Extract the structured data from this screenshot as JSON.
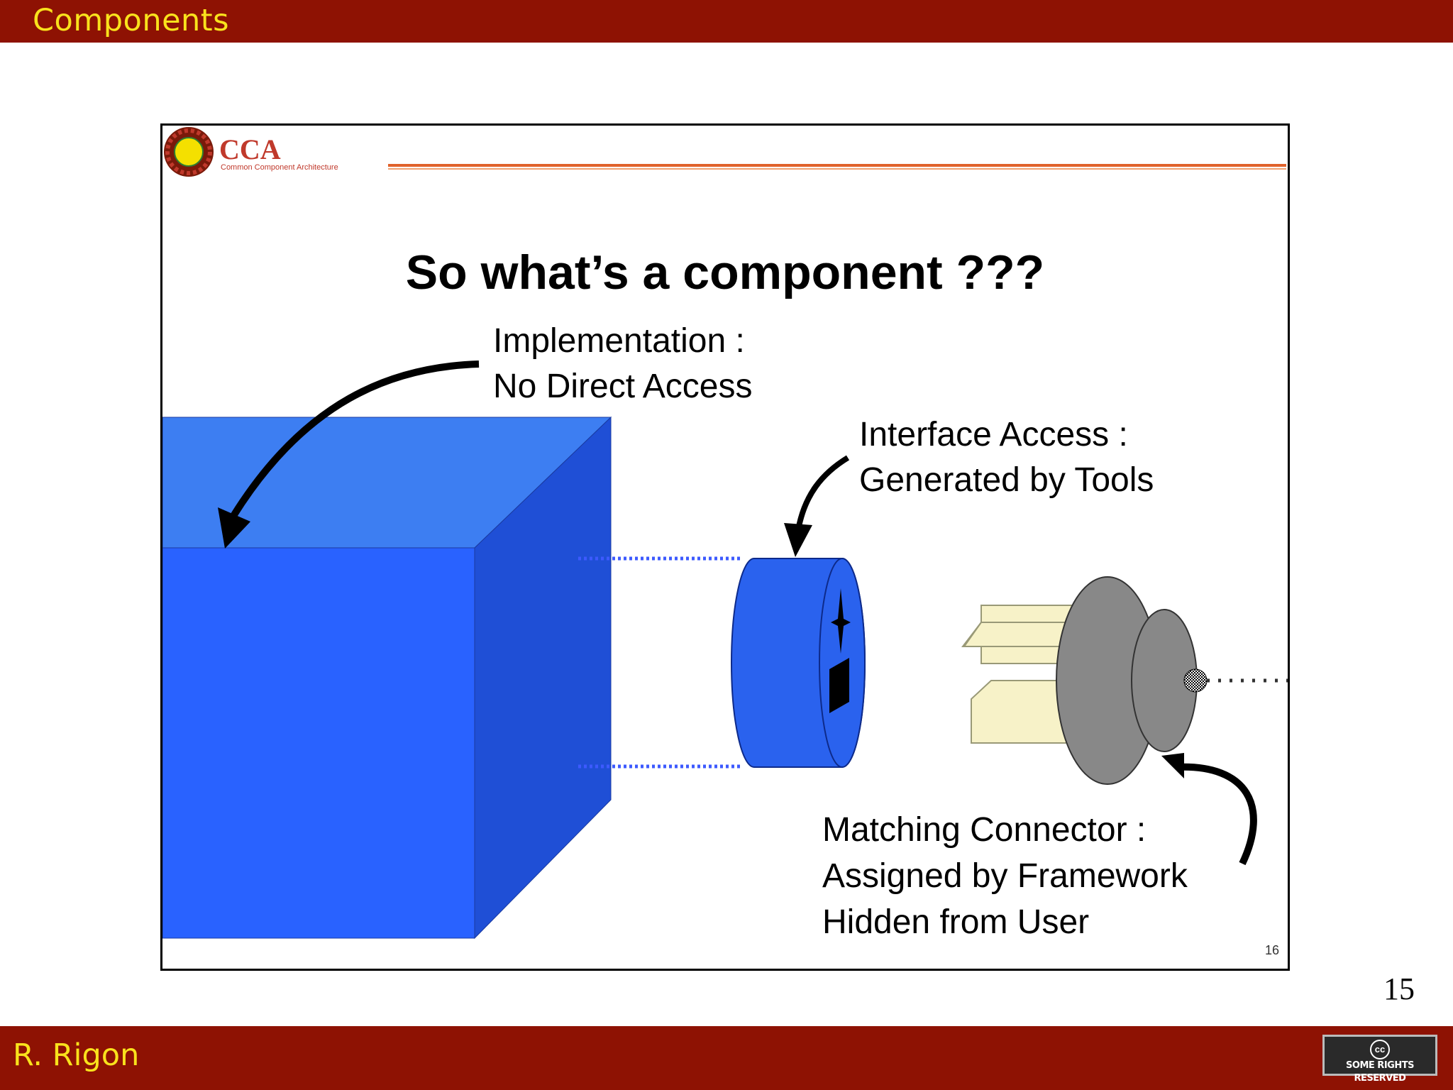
{
  "header": {
    "title": "Components"
  },
  "footer": {
    "author": "R. Rigon",
    "license_text": "SOME RIGHTS RESERVED",
    "license_icon_text": "cc",
    "license_icon": "creative-commons-icon"
  },
  "page_number": "15",
  "slide": {
    "logo_name": "CCA",
    "logo_subtitle": "Common Component Architecture",
    "logo_icon": "cca-sun-logo-icon",
    "title": "So what’s a component ???",
    "labels": {
      "implementation": [
        "Implementation :",
        "No Direct Access"
      ],
      "interface": [
        "Interface Access :",
        "Generated by Tools"
      ],
      "connector": [
        "Matching Connector :",
        "Assigned by Framework",
        "Hidden from User"
      ]
    },
    "page_number": "16"
  },
  "colors": {
    "bar": "#8e1203",
    "bar_text": "#f9e21c",
    "cube_front": "#2962ff",
    "cube_top": "#3d7ef2",
    "cube_side": "#1f4fd6",
    "cylinder": "#2a62ee",
    "connector_gray": "#888888",
    "connector_cream": "#f7f2c8"
  }
}
